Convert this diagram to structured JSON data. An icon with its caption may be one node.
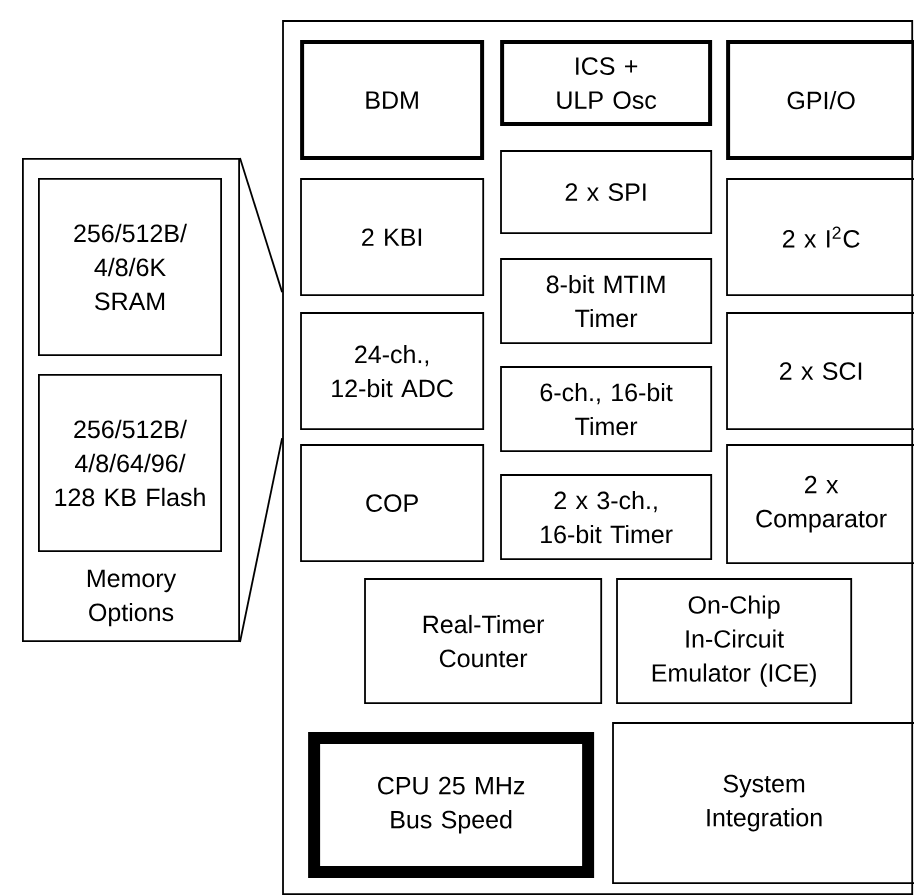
{
  "diagram": {
    "nodes": [
      {
        "text": [
          "Memory Options"
        ]
      },
      {
        "text": [
          "256/512B/ 4/8/6K SRAM"
        ],
        "in": 0
      },
      {
        "text": [
          "256/512B/ 4/8/64/96/ 128 KB Flash"
        ],
        "in": 0
      },
      {
        "text": [],
        "shape": "box"
      },
      {
        "text": [
          "BDM"
        ],
        "in": 3
      },
      {
        "text": [
          "ICS + ULP Osc"
        ],
        "in": 3
      },
      {
        "text": [
          "GPI/O"
        ],
        "in": 3
      },
      {
        "text": [
          "2 x SPI"
        ],
        "in": 3
      },
      {
        "text": [
          "2 KBI"
        ],
        "in": 3
      },
      {
        "text": [
          "2 x I$^{2}$C"
        ],
        "in": 3
      },
      {
        "text": [
          "8-bit MTIM Timer"
        ],
        "in": 3
      },
      {
        "text": [
          "24-ch., 12-bit ADC"
        ],
        "in": 3
      },
      {
        "text": [
          "2 x SCI"
        ],
        "in": 3
      },
      {
        "text": [
          "6-ch., 16-bit Timer"
        ],
        "in": 3
      },
      {
        "text": [
          "COP"
        ],
        "in": 3
      },
      {
        "text": [
          "2 x 3-ch., 16-bit Timer"
        ],
        "in": 3
      },
      {
        "text": [
          "2 x Comparator"
        ],
        "in": 3
      },
      {
        "text": [
          "Real-Timer Counter"
        ],
        "in": 3
      },
      {
        "text": [
          "On-Chip In-Circuit Emulator (ICE)"
        ],
        "in": 3
      },
      {
        "text": [
          "CPU 25 MHz Bus Speed"
        ],
        "in": 3
      },
      {
        "text": [
          "System Integration"
        ],
        "in": 3
      }
    ],
    "edges": [
      {
        "from": 0,
        "to": 3,
        "arrow": "none"
      },
      {
        "from": 0,
        "to": 3,
        "arrow": "none"
      }
    ]
  }
}
